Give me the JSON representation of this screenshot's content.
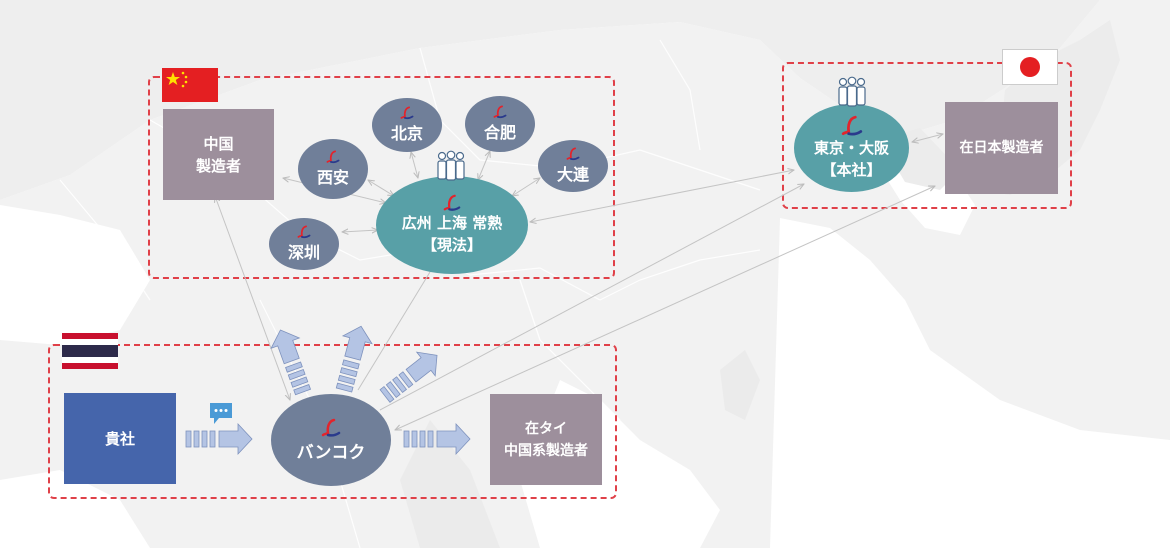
{
  "regions": {
    "china": {
      "flag": "china-flag",
      "manufacturer": [
        "中国",
        "製造者"
      ],
      "cities": [
        "西安",
        "北京",
        "合肥",
        "大連",
        "深圳"
      ],
      "hub": [
        "広州 上海 常熟",
        "【現法】"
      ]
    },
    "japan": {
      "flag": "japan-flag",
      "hub": [
        "東京・大阪",
        "【本社】"
      ],
      "manufacturer": "在日本製造者"
    },
    "thailand": {
      "flag": "thailand-flag",
      "client": "貴社",
      "hub": "バンコク",
      "manufacturer": [
        "在タイ",
        "中国系製造者"
      ]
    }
  },
  "colors": {
    "dashed_border": "#e04048",
    "manufacturer_box": "#9d8f9c",
    "client_box": "#4565ab",
    "city_circle": "#707f99",
    "hub_circle": "#58a0a7",
    "arrow_fill": "#b4c4e4",
    "logo_red": "#e2242c",
    "logo_blue": "#2a3a8c"
  },
  "icons": [
    "people-group-icon",
    "chat-bubble-icon",
    "company-logo-icon"
  ]
}
